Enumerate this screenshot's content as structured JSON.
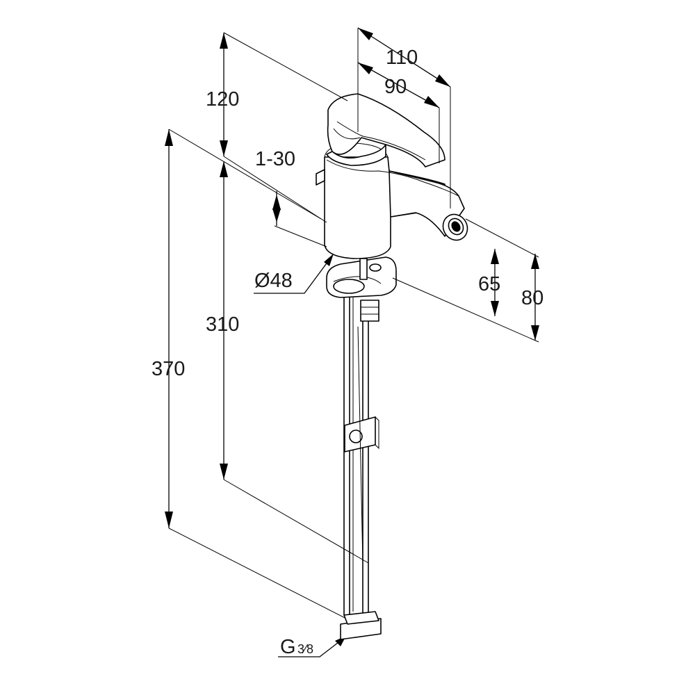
{
  "figure": {
    "subject": "bidet mixer faucet technical dimension drawing",
    "line_color": "#000000",
    "background": "#ffffff"
  },
  "dimensions": {
    "d110": "110",
    "d90": "90",
    "d120": "120",
    "d1_30": "1-30",
    "d310": "310",
    "d370": "370",
    "d48": "Ø48",
    "d65": "65",
    "d80": "80",
    "thread_g": "G",
    "thread_frac": "3⁄8"
  }
}
